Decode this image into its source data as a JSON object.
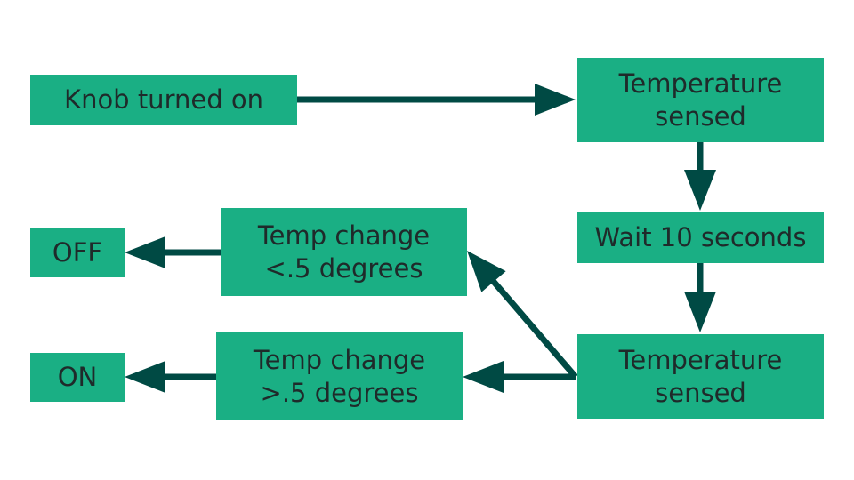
{
  "colors": {
    "node_fill": "#1aaf84",
    "arrow": "#004a44",
    "text": "#1f2a2a",
    "background": "#ffffff"
  },
  "nodes": {
    "knob": {
      "lines": [
        "Knob turned on"
      ]
    },
    "temp1": {
      "lines": [
        "Temperature",
        "sensed"
      ]
    },
    "wait": {
      "lines": [
        "Wait 10 seconds"
      ]
    },
    "temp2": {
      "lines": [
        "Temperature",
        "sensed"
      ]
    },
    "change_lt": {
      "lines": [
        "Temp change",
        "<.5 degrees"
      ]
    },
    "change_gt": {
      "lines": [
        "Temp change",
        ">.5 degrees"
      ]
    },
    "off": {
      "lines": [
        "OFF"
      ]
    },
    "on": {
      "lines": [
        "ON"
      ]
    }
  },
  "edges": [
    {
      "from": "knob",
      "to": "temp1"
    },
    {
      "from": "temp1",
      "to": "wait"
    },
    {
      "from": "wait",
      "to": "temp2"
    },
    {
      "from": "temp2",
      "to": "change_lt"
    },
    {
      "from": "temp2",
      "to": "change_gt"
    },
    {
      "from": "change_lt",
      "to": "off"
    },
    {
      "from": "change_gt",
      "to": "on"
    }
  ]
}
